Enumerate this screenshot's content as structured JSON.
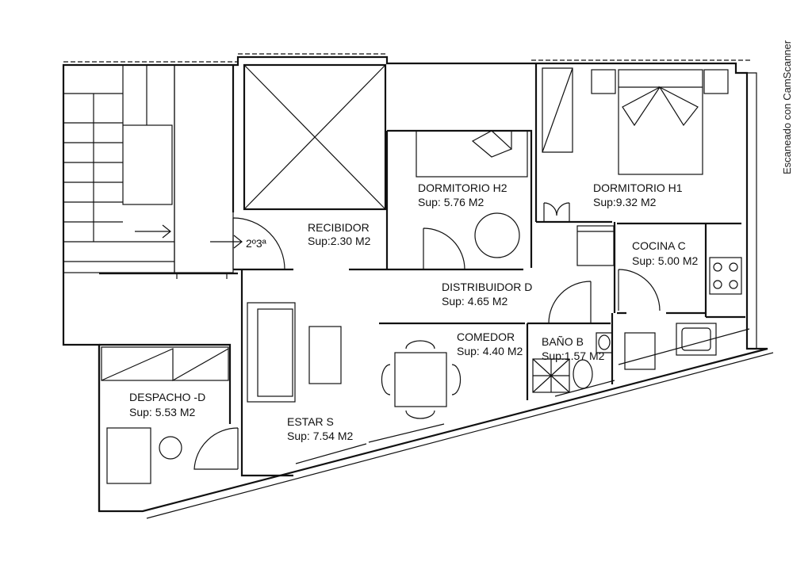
{
  "watermark": "Escaneado con CamScanner",
  "floor_label": "2º3ª",
  "rooms": [
    {
      "id": "recibidor",
      "name": "RECIBIDOR",
      "area": "Sup:2.30 M2"
    },
    {
      "id": "dormitorio-h2",
      "name": "DORMITORIO H2",
      "area": "Sup: 5.76 M2"
    },
    {
      "id": "dormitorio-h1",
      "name": "DORMITORIO H1",
      "area": "Sup:9.32 M2"
    },
    {
      "id": "cocina",
      "name": "COCINA C",
      "area": "Sup: 5.00 M2"
    },
    {
      "id": "distribuidor",
      "name": "DISTRIBUIDOR D",
      "area": "Sup: 4.65 M2"
    },
    {
      "id": "comedor",
      "name": "COMEDOR",
      "area": "Sup: 4.40 M2"
    },
    {
      "id": "bano",
      "name": "BAÑO B",
      "area": "Sup:1.57 M2"
    },
    {
      "id": "despacho",
      "name": "DESPACHO -D",
      "area": "Sup: 5.53 M2"
    },
    {
      "id": "estar",
      "name": "ESTAR S",
      "area": "Sup: 7.54 M2"
    }
  ]
}
